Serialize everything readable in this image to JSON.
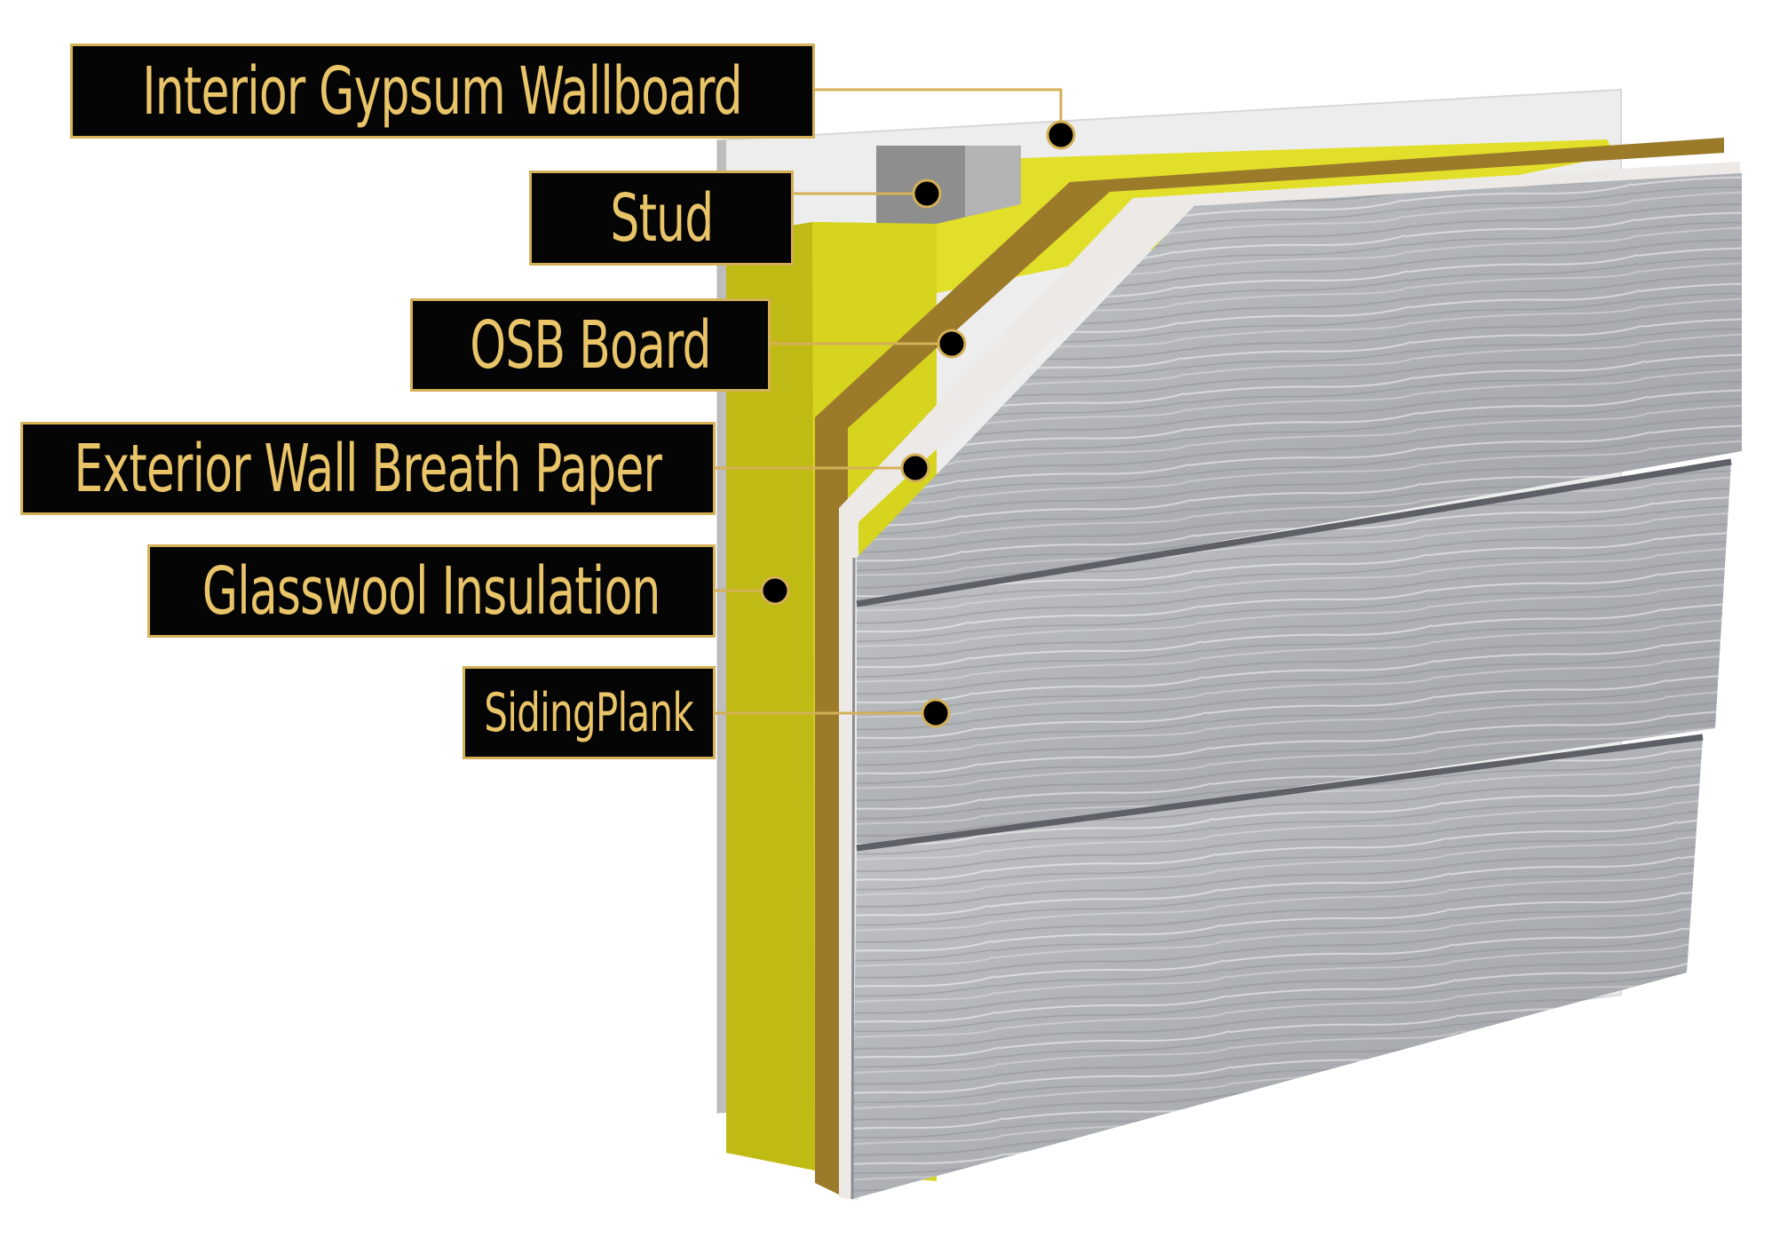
{
  "labels": [
    {
      "id": "gypsum",
      "text": "Interior Gypsum Wallboard"
    },
    {
      "id": "stud",
      "text": "Stud"
    },
    {
      "id": "osb",
      "text": "OSB Board"
    },
    {
      "id": "breath_paper",
      "text": "Exterior Wall Breath Paper"
    },
    {
      "id": "glasswool",
      "text": "Glasswool Insulation"
    },
    {
      "id": "siding",
      "text": "SidingPlank"
    }
  ],
  "colors": {
    "label_bg": "#050505",
    "label_border": "#d4b057",
    "label_text": "#e9c468",
    "leader_line": "#d4b057",
    "marker": "#000000",
    "gypsum": "#eeeeee",
    "stud": "#a9a9a9",
    "insulation": "#dcd820",
    "osb": "#9b7a2a",
    "breath_paper": "#ece9e6",
    "siding": "#b9bcbf"
  }
}
